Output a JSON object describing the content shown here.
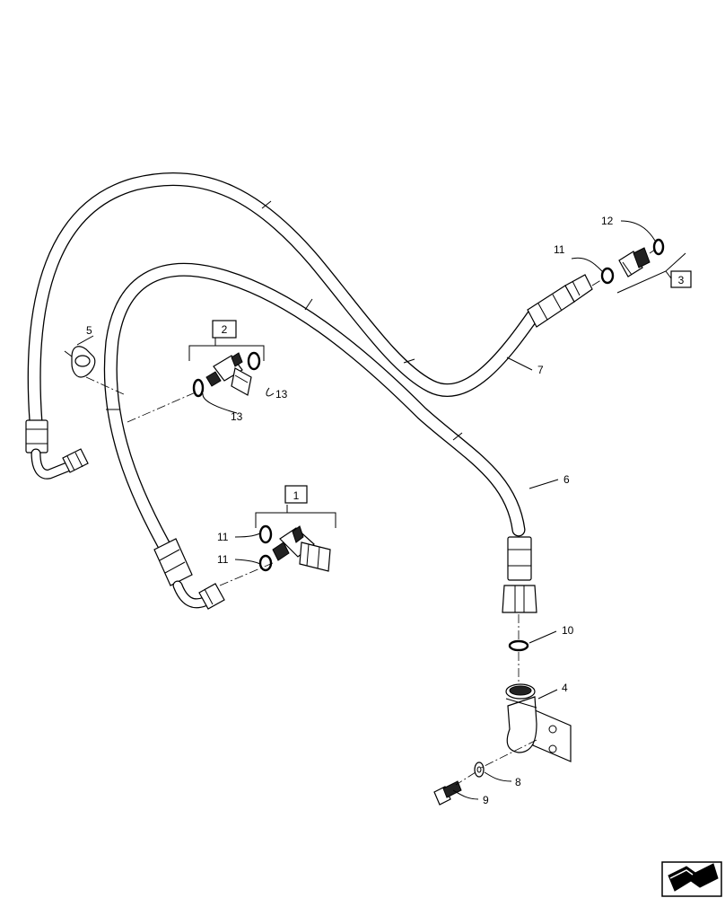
{
  "callouts": {
    "n1": "1",
    "n2": "2",
    "n3": "3",
    "n4": "4",
    "n5": "5",
    "n6": "6",
    "n7": "7",
    "n8": "8",
    "n9": "9",
    "n10": "10",
    "n11a": "11",
    "n11b": "11",
    "n11c": "11",
    "n12": "12",
    "n13a": "13",
    "n13b": "13"
  },
  "icons": [
    "arrow-navigation-icon"
  ]
}
